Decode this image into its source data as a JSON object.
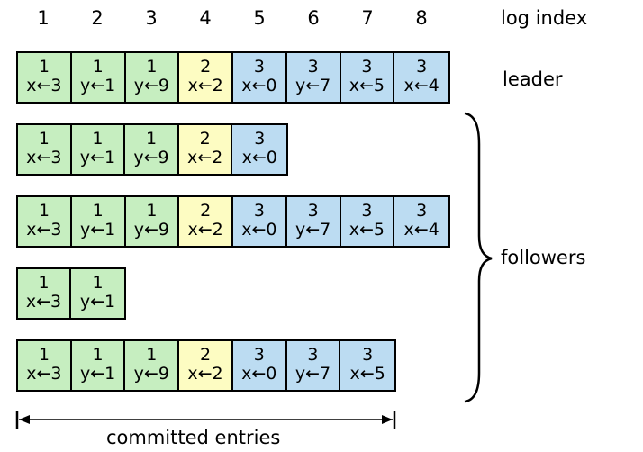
{
  "log_indices": [
    "1",
    "2",
    "3",
    "4",
    "5",
    "6",
    "7",
    "8"
  ],
  "log_index_label": "log index",
  "leader_label": "leader",
  "followers_label": "followers",
  "committed_label": "committed entries",
  "colors": {
    "term_1": "#c6eec0",
    "term_2": "#fdfcc2",
    "term_3": "#bcdcf2"
  },
  "logs": [
    {
      "role": "leader",
      "entries": [
        {
          "term": "1",
          "cmd": "x←3"
        },
        {
          "term": "1",
          "cmd": "y←1"
        },
        {
          "term": "1",
          "cmd": "y←9"
        },
        {
          "term": "2",
          "cmd": "x←2"
        },
        {
          "term": "3",
          "cmd": "x←0"
        },
        {
          "term": "3",
          "cmd": "y←7"
        },
        {
          "term": "3",
          "cmd": "x←5"
        },
        {
          "term": "3",
          "cmd": "x←4"
        }
      ]
    },
    {
      "role": "follower",
      "entries": [
        {
          "term": "1",
          "cmd": "x←3"
        },
        {
          "term": "1",
          "cmd": "y←1"
        },
        {
          "term": "1",
          "cmd": "y←9"
        },
        {
          "term": "2",
          "cmd": "x←2"
        },
        {
          "term": "3",
          "cmd": "x←0"
        }
      ]
    },
    {
      "role": "follower",
      "entries": [
        {
          "term": "1",
          "cmd": "x←3"
        },
        {
          "term": "1",
          "cmd": "y←1"
        },
        {
          "term": "1",
          "cmd": "y←9"
        },
        {
          "term": "2",
          "cmd": "x←2"
        },
        {
          "term": "3",
          "cmd": "x←0"
        },
        {
          "term": "3",
          "cmd": "y←7"
        },
        {
          "term": "3",
          "cmd": "x←5"
        },
        {
          "term": "3",
          "cmd": "x←4"
        }
      ]
    },
    {
      "role": "follower",
      "entries": [
        {
          "term": "1",
          "cmd": "x←3"
        },
        {
          "term": "1",
          "cmd": "y←1"
        }
      ]
    },
    {
      "role": "follower",
      "entries": [
        {
          "term": "1",
          "cmd": "x←3"
        },
        {
          "term": "1",
          "cmd": "y←1"
        },
        {
          "term": "1",
          "cmd": "y←9"
        },
        {
          "term": "2",
          "cmd": "x←2"
        },
        {
          "term": "3",
          "cmd": "x←0"
        },
        {
          "term": "3",
          "cmd": "y←7"
        },
        {
          "term": "3",
          "cmd": "x←5"
        }
      ]
    }
  ]
}
